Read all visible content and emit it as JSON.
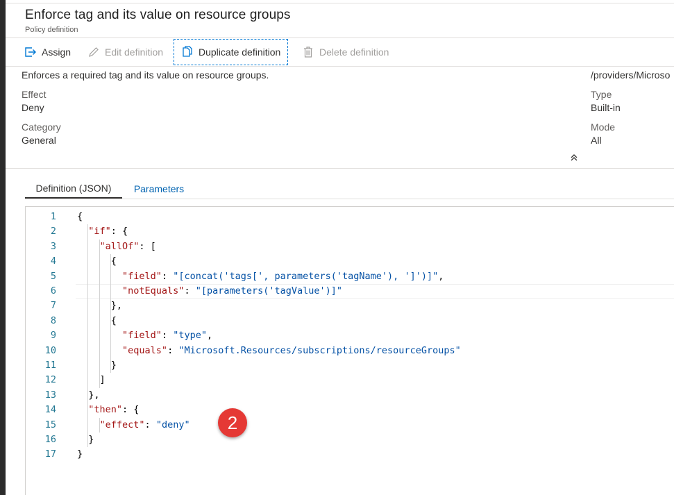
{
  "header": {
    "title": "Enforce tag and its value on resource groups",
    "subtitle": "Policy definition"
  },
  "toolbar": {
    "assign": "Assign",
    "edit_definition": "Edit definition",
    "duplicate_definition": "Duplicate definition",
    "delete_definition": "Delete definition"
  },
  "essentials": {
    "description": "Enforces a required tag and its value on resource groups.",
    "definition_location": "/providers/Microso",
    "effect_label": "Effect",
    "effect_value": "Deny",
    "type_label": "Type",
    "type_value": "Built-in",
    "category_label": "Category",
    "category_value": "General",
    "mode_label": "Mode",
    "mode_value": "All"
  },
  "tabs": [
    {
      "label": "Definition (JSON)",
      "active": true
    },
    {
      "label": "Parameters",
      "active": false
    }
  ],
  "editor": {
    "current_line": 6,
    "lines": [
      {
        "n": "1",
        "tokens": [
          {
            "t": "{",
            "c": "p"
          }
        ]
      },
      {
        "n": "2",
        "tokens": [
          {
            "t": "  ",
            "c": "p"
          },
          {
            "t": "\"if\"",
            "c": "k"
          },
          {
            "t": ": {",
            "c": "p"
          }
        ]
      },
      {
        "n": "3",
        "tokens": [
          {
            "t": "    ",
            "c": "p"
          },
          {
            "t": "\"allOf\"",
            "c": "k"
          },
          {
            "t": ": [",
            "c": "p"
          }
        ]
      },
      {
        "n": "4",
        "tokens": [
          {
            "t": "      {",
            "c": "p"
          }
        ]
      },
      {
        "n": "5",
        "tokens": [
          {
            "t": "        ",
            "c": "p"
          },
          {
            "t": "\"field\"",
            "c": "k"
          },
          {
            "t": ": ",
            "c": "p"
          },
          {
            "t": "\"[concat('tags[', parameters('tagName'), ']')]\"",
            "c": "s"
          },
          {
            "t": ",",
            "c": "p"
          }
        ]
      },
      {
        "n": "6",
        "tokens": [
          {
            "t": "        ",
            "c": "p"
          },
          {
            "t": "\"notEquals\"",
            "c": "k"
          },
          {
            "t": ": ",
            "c": "p"
          },
          {
            "t": "\"[parameters('tagValue')]\"",
            "c": "s"
          }
        ]
      },
      {
        "n": "7",
        "tokens": [
          {
            "t": "      },",
            "c": "p"
          }
        ]
      },
      {
        "n": "8",
        "tokens": [
          {
            "t": "      {",
            "c": "p"
          }
        ]
      },
      {
        "n": "9",
        "tokens": [
          {
            "t": "        ",
            "c": "p"
          },
          {
            "t": "\"field\"",
            "c": "k"
          },
          {
            "t": ": ",
            "c": "p"
          },
          {
            "t": "\"type\"",
            "c": "s"
          },
          {
            "t": ",",
            "c": "p"
          }
        ]
      },
      {
        "n": "10",
        "tokens": [
          {
            "t": "        ",
            "c": "p"
          },
          {
            "t": "\"equals\"",
            "c": "k"
          },
          {
            "t": ": ",
            "c": "p"
          },
          {
            "t": "\"Microsoft.Resources/subscriptions/resourceGroups\"",
            "c": "s"
          }
        ]
      },
      {
        "n": "11",
        "tokens": [
          {
            "t": "      }",
            "c": "p"
          }
        ]
      },
      {
        "n": "12",
        "tokens": [
          {
            "t": "    ]",
            "c": "p"
          }
        ]
      },
      {
        "n": "13",
        "tokens": [
          {
            "t": "  },",
            "c": "p"
          }
        ]
      },
      {
        "n": "14",
        "tokens": [
          {
            "t": "  ",
            "c": "p"
          },
          {
            "t": "\"then\"",
            "c": "k"
          },
          {
            "t": ": {",
            "c": "p"
          }
        ]
      },
      {
        "n": "15",
        "tokens": [
          {
            "t": "    ",
            "c": "p"
          },
          {
            "t": "\"effect\"",
            "c": "k"
          },
          {
            "t": ": ",
            "c": "p"
          },
          {
            "t": "\"deny\"",
            "c": "s"
          }
        ]
      },
      {
        "n": "16",
        "tokens": [
          {
            "t": "  }",
            "c": "p"
          }
        ]
      },
      {
        "n": "17",
        "tokens": [
          {
            "t": "}",
            "c": "p"
          }
        ]
      }
    ]
  },
  "annotation_badge": "2",
  "colors": {
    "link": "#0063b1",
    "json_key": "#a31515",
    "json_string": "#0451a5",
    "line_number": "#237893",
    "badge": "#e53935",
    "focus_border": "#0078d4"
  }
}
